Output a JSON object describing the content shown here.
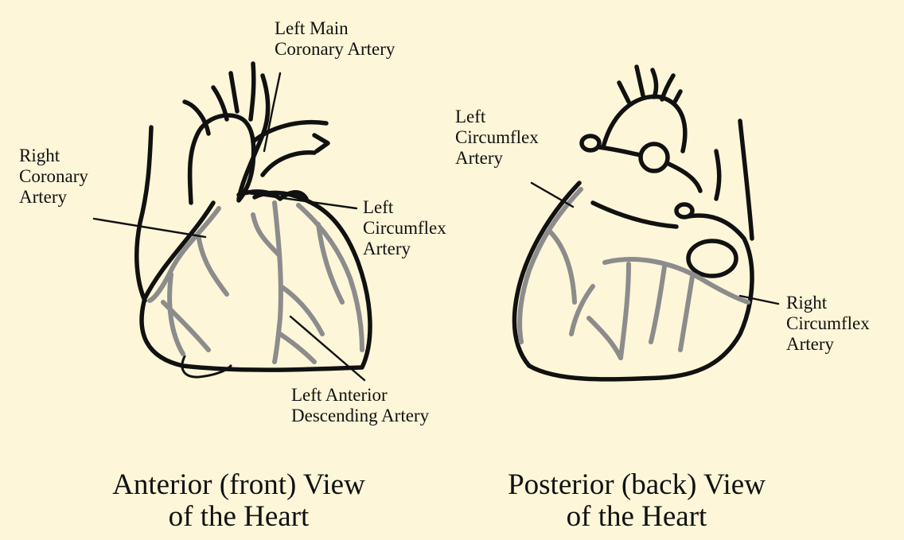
{
  "colors": {
    "background": "#fdf6d8",
    "outline": "#111111",
    "vessel": "#8c8c8c"
  },
  "labels": {
    "left_main": "Left Main\nCoronary Artery",
    "right_coronary": "Right\nCoronary\nArtery",
    "left_circumflex_front": "Left\nCircumflex\nArtery",
    "lad": "Left Anterior\nDescending Artery",
    "left_circumflex_back": "Left\nCircumflex\nArtery",
    "right_circumflex": "Right\nCircumflex\nArtery"
  },
  "captions": {
    "anterior": "Anterior (front) View\nof the Heart",
    "posterior": "Posterior (back) View\nof the Heart"
  }
}
